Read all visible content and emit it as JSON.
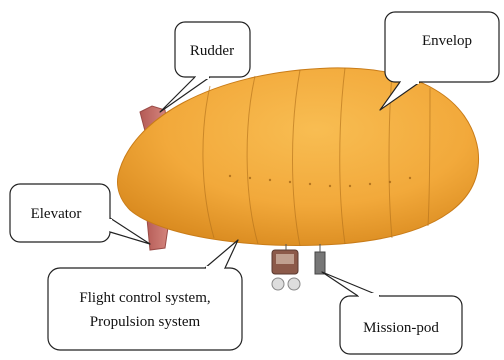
{
  "labels": {
    "rudder": "Rudder",
    "envelop": "Envelop",
    "elevator": "Elevator",
    "flight_control_line1": "Flight control system,",
    "flight_control_line2": "Propulsion system",
    "mission_pod": "Mission-pod"
  },
  "colors": {
    "envelope": "#f2a93b",
    "envelope_shadow": "#d98a1f",
    "fin": "#c9706a",
    "callout_stroke": "#222222"
  }
}
